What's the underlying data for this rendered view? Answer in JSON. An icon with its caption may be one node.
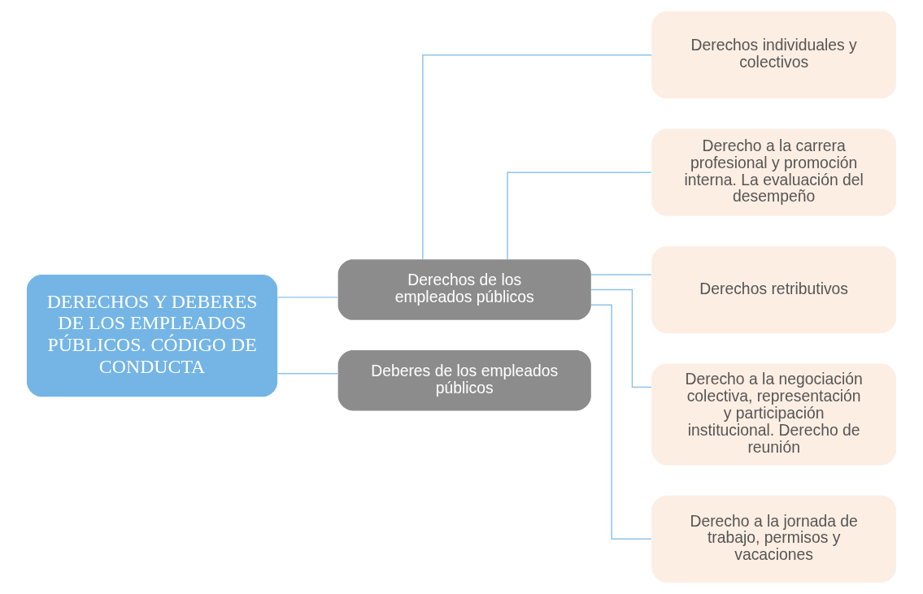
{
  "diagram": {
    "nodes": [
      {
        "text": [
          "DERECHOS Y DEBERES DE LOS EMPLEADOS PÚBLICOS. CÓDIGO DE CONDUCTA"
        ]
      },
      {
        "text": [
          "Derechos de los empleados públicos"
        ]
      },
      {
        "text": [
          "Deberes de los empleados públicos"
        ]
      },
      {
        "text": [
          "Derechos individuales y colectivos"
        ]
      },
      {
        "text": [
          "Derecho a la carrera profesional y promoción interna. La evaluación del desempeño"
        ]
      },
      {
        "text": [
          "Derechos retributivos"
        ]
      },
      {
        "text": [
          "Derecho a la negociación colectiva, representación y participación institucional. Derecho de reunión"
        ]
      },
      {
        "text": [
          "Derecho a la jornada de trabajo, permisos y vacaciones"
        ]
      }
    ],
    "edges": [
      {
        "from": 0,
        "to": 1,
        "arrow": "none"
      },
      {
        "from": 0,
        "to": 2,
        "arrow": "none"
      },
      {
        "from": 1,
        "to": 3,
        "arrow": "none"
      },
      {
        "from": 1,
        "to": 4,
        "arrow": "none"
      },
      {
        "from": 1,
        "to": 5,
        "arrow": "none"
      },
      {
        "from": 1,
        "to": 6,
        "arrow": "none"
      },
      {
        "from": 1,
        "to": 7,
        "arrow": "none"
      }
    ]
  }
}
